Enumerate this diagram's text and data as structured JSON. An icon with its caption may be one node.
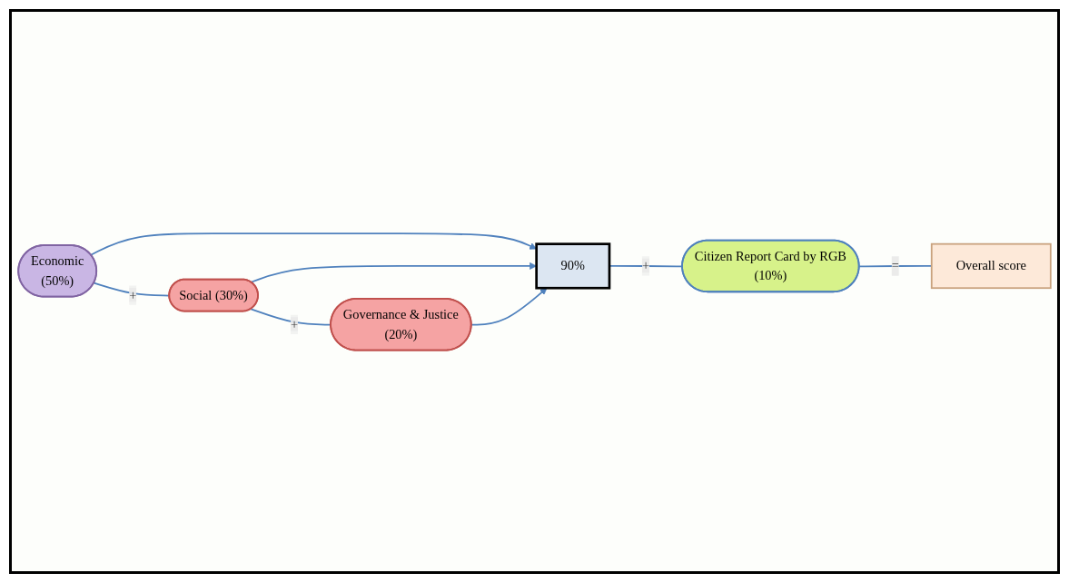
{
  "diagram": {
    "nodes": [
      {
        "text": [
          "Economic",
          "(50%)"
        ]
      },
      {
        "text": [
          "Social (30%)"
        ]
      },
      {
        "text": [
          "Governance & Justice",
          "(20%)"
        ]
      },
      {
        "text": [
          "90%"
        ]
      },
      {
        "text": [
          "Citizen Report Card by RGB",
          "(10%)"
        ]
      },
      {
        "text": [
          "Overall score"
        ]
      }
    ],
    "edges": [
      {
        "from": 0,
        "to": 3,
        "arrow": "to"
      },
      {
        "from": 1,
        "to": 3,
        "arrow": "to"
      },
      {
        "from": 2,
        "to": 3,
        "arrow": "to"
      },
      {
        "from": 0,
        "to": 1,
        "arrow": "none",
        "label": "+"
      },
      {
        "from": 1,
        "to": 2,
        "arrow": "none",
        "label": "+"
      },
      {
        "from": 3,
        "to": 4,
        "arrow": "none",
        "label": "+"
      },
      {
        "from": 4,
        "to": 5,
        "arrow": "none",
        "label": "="
      }
    ]
  }
}
